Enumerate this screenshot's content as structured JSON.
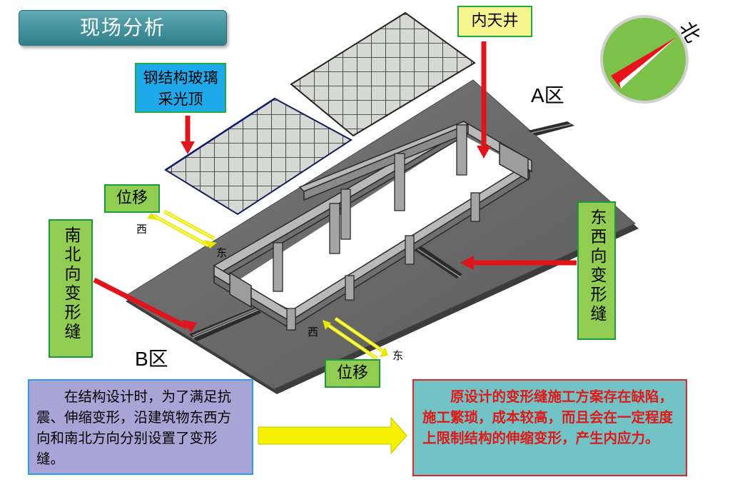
{
  "title": "现场分析",
  "labels": {
    "steel_roof": "钢结构玻璃采光顶",
    "inner_atrium": "内天井",
    "displacement_top": "位移",
    "displacement_bottom": "位移",
    "ns_joint": "南北向变形缝",
    "ew_joint": "东西向变形缝",
    "zone_a": "A区",
    "zone_b": "B区",
    "north": "北",
    "west_top": "西",
    "east_top": "东",
    "west_bottom": "西",
    "east_bottom": "东"
  },
  "boxes": {
    "left_text": "在结构设计时，为了满足抗震、伸缩变形，沿建筑物东西方向和南北方向分别设置了变形缝。",
    "right_text": "原设计的变形缝施工方案存在缺陷，施工繁琐，成本较高，而且会在一定程度上限制结构的伸缩变形，产生内应力。"
  },
  "colors": {
    "title_bg": "#3f8f9a",
    "arrow_red": "#e0141c",
    "arrow_yellow": "#f5f000",
    "compass_green": "#7cc24a",
    "slab_gray": "#6b6b6b"
  }
}
